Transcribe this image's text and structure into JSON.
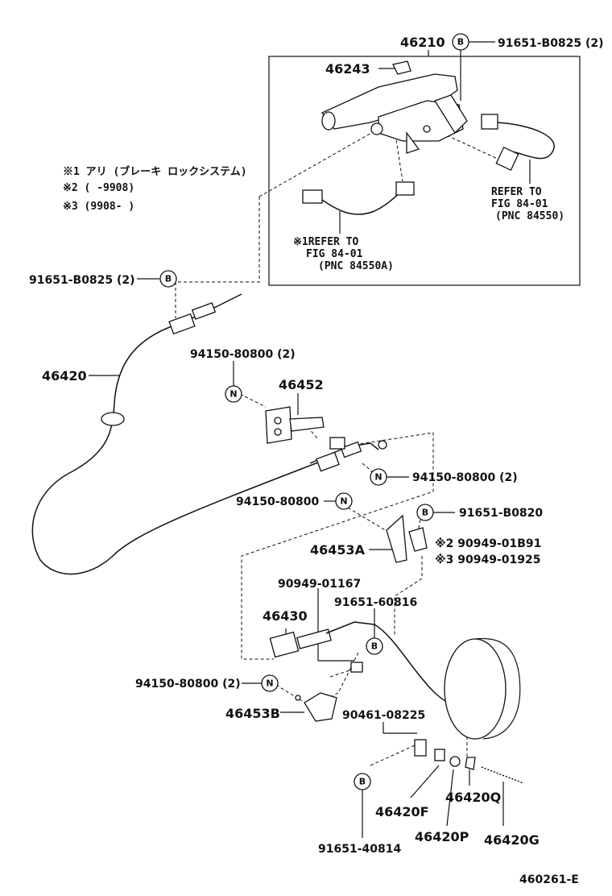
{
  "labels": {
    "p46210": "46210",
    "p91651_B0825_top": "91651-B0825 (2)",
    "p46243": "46243",
    "refer_right_1": "REFER TO",
    "refer_right_2": "FIG 84-01",
    "refer_right_3": "(PNC 84550)",
    "refer_left_1": "※1REFER TO",
    "refer_left_2": "FIG 84-01",
    "refer_left_3": "(PNC 84550A)",
    "note1": "※1 アリ (ブレーキ  ロックシステム)",
    "note2": "※2 (      -9908)",
    "note3": "※3 (9908-      )",
    "p91651_B0825_left": "91651-B0825 (2)",
    "p46420": "46420",
    "p94150_80800_2a": "94150-80800 (2)",
    "p46452": "46452",
    "p94150_80800_2b": "94150-80800 (2)",
    "p94150_80800": "94150-80800",
    "p91651_B0820": "91651-B0820",
    "p46453A": "46453A",
    "p90949_01B91": "※2 90949-01B91",
    "p90949_01925": "※3 90949-01925",
    "p90949_01167": "90949-01167",
    "p91651_60816": "91651-60816",
    "p46430": "46430",
    "p94150_80800_2c": "94150-80800 (2)",
    "p46453B": "46453B",
    "p90461_08225": "90461-08225",
    "p46420F": "46420F",
    "p46420Q": "46420Q",
    "p46420P": "46420P",
    "p46420G": "46420G",
    "p91651_40814": "91651-40814",
    "figure_id": "460261-E"
  },
  "markers": {
    "b": "B",
    "n": "N"
  }
}
